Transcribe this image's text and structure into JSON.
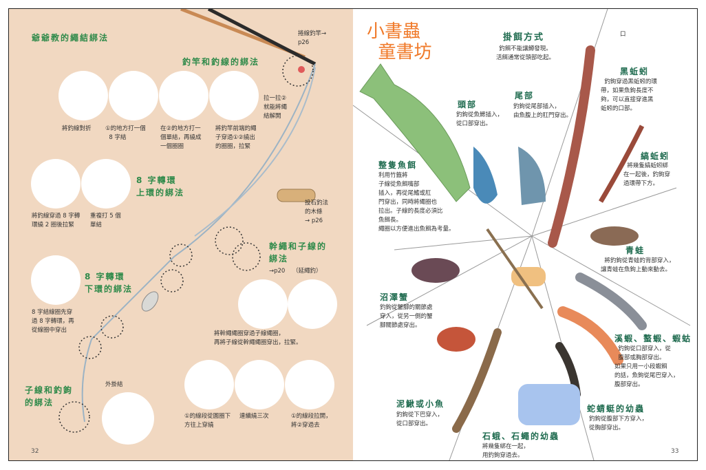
{
  "left_page": {
    "title": "爺爺教的繩結綁法",
    "ref_reel": "捲線釣竿→\np26",
    "rod_line": {
      "heading": "釣竿和釣線的綁法",
      "steps": [
        "將釣線對折",
        "①的地方打一個\n  8 字結",
        "在②的地方打一\n個單結，再繞成\n一個圈圈",
        "將釣竿前端的繩\n子穿過①②繞出\n的圈圈，拉緊"
      ],
      "note": "拉一拉②\n就能將繩\n結解開"
    },
    "swivel_upper": {
      "heading": "8 字轉環\n上環的綁法",
      "steps": [
        "將釣線穿過 8 字轉\n環繞 2 圈後拉緊",
        "重複打 5 個\n單結"
      ]
    },
    "stone_stick": "投石釣法\n的木條\n→ p26",
    "main_branch": {
      "heading": "幹繩和子線的\n綁法",
      "heading_note": "（延繩釣）",
      "ref": "→p20",
      "caption": "將幹繩繩圈穿過子線繩圈，\n再將子線從幹繩繩圈穿出，拉緊。"
    },
    "swivel_lower": {
      "heading": "8 字轉環\n下環的綁法",
      "caption": "8 字結線圈先穿\n過 8 字轉環，再\n從線圈中穿出"
    },
    "hook": {
      "heading": "子線和釣鉤\n的綁法",
      "knot_label": "外掛結",
      "steps": [
        "①的線段從圓圈下\n方往上穿繞",
        "連續繞三次",
        "①的線段拉開，\n將②穿過去"
      ]
    },
    "page_number": "32"
  },
  "right_page": {
    "title": "掛餌方式",
    "subtitle": "釣餌不能讓鱒發現。\n活餌通常從頭部吃起。",
    "mouth_label": "口",
    "sections": [
      {
        "heading": "黑蚯蚓",
        "text": "  釣鉤穿過黑蚯蚓的環\n帶，如果魚鉤長度不\n夠，可以直接穿進黑\n蚯蚓的口部。"
      },
      {
        "heading": "頭部",
        "text": "釣鉤從魚鰓插入，\n從口部穿出。"
      },
      {
        "heading": "尾部",
        "text": "釣鉤從尾部插入，\n由魚腹上的肛門穿出。"
      },
      {
        "heading": "縞蚯蚓",
        "text": "  將幾隻縞蚯蚓綁\n在一起後，釣鉤穿\n過環帶下方。"
      },
      {
        "heading": "整隻魚餌",
        "text": "利用竹籤將\n子線從魚餌嘴部\n插入，再從尾鰭或肛\n門穿出，同時將繩圈也\n拉出。子線的長度必須比\n魚餌長。\n繩圈以方便進出魚餌為考量。"
      },
      {
        "heading": "青蛙",
        "text": "  將釣鉤從青蛙的背部穿入，\n讓青蛙在魚鉤上動來動去。"
      },
      {
        "heading": "沼澤蟹",
        "text": "釣鉤從蟹腳的關節處\n穿入，從另一側的蟹\n腳關節處穿出。"
      },
      {
        "heading": "溪蝦、螯蝦、蝦蛄",
        "text": "  釣鉤從口部穿入，從\n  腹部或胸部穿出。\n如果只用一小段蝦餌\n的話，魚鉤從尾巴穿入，\n腹部穿出。"
      },
      {
        "heading": "泥鰍或小魚",
        "text": "釣鉤從下巴穿入，\n從口部穿出。"
      },
      {
        "heading": "蛇蜻蜓的幼蟲",
        "text": "釣鉤從腹部下方穿入，\n從胸部穿出。"
      },
      {
        "heading": "石蛾、石蠅的幼蟲",
        "text": "將幾隻綁在一起，\n用釣鉤穿過去。"
      }
    ],
    "watermark": "小書蟲\n  童書坊",
    "page_number": "33"
  }
}
